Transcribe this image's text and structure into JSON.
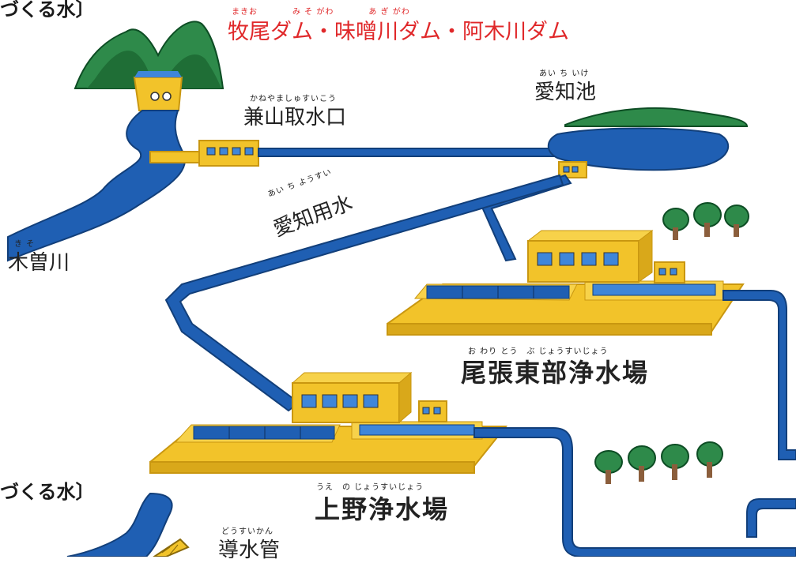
{
  "colors": {
    "water": "#1f5fb3",
    "water_light": "#3f86d9",
    "building": "#f2c32a",
    "building_dark": "#c99710",
    "hill": "#2e8a4a",
    "hill_dark": "#0d4d24",
    "accent_red": "#e0282a",
    "tree_trunk": "#8b5e3c"
  },
  "header": {
    "top_left": "づくる水〕",
    "dams_ruby": "まきお　　　　み そ がわ　　　　あ ぎ がわ",
    "dams": "牧尾ダム・味噌川ダム・阿木川ダム"
  },
  "labels": {
    "intake_ruby": "かねやましゅすいこう",
    "intake": "兼山取水口",
    "pond_ruby": "あい ち いけ",
    "pond": "愛知池",
    "canal_ruby": "あい ち ようすい",
    "canal": "愛知用水",
    "river_ruby": "き そ",
    "river": "木曽川",
    "plant1_ruby": "お わり とう　ぶ じょうすいじょう",
    "plant1": "尾張東部浄水場",
    "plant2_ruby": "うえ　の じょうすいじょう",
    "plant2": "上野浄水場",
    "section2": "づくる水〕",
    "pipe_ruby": "どうすいかん",
    "pipe": "導水管"
  }
}
